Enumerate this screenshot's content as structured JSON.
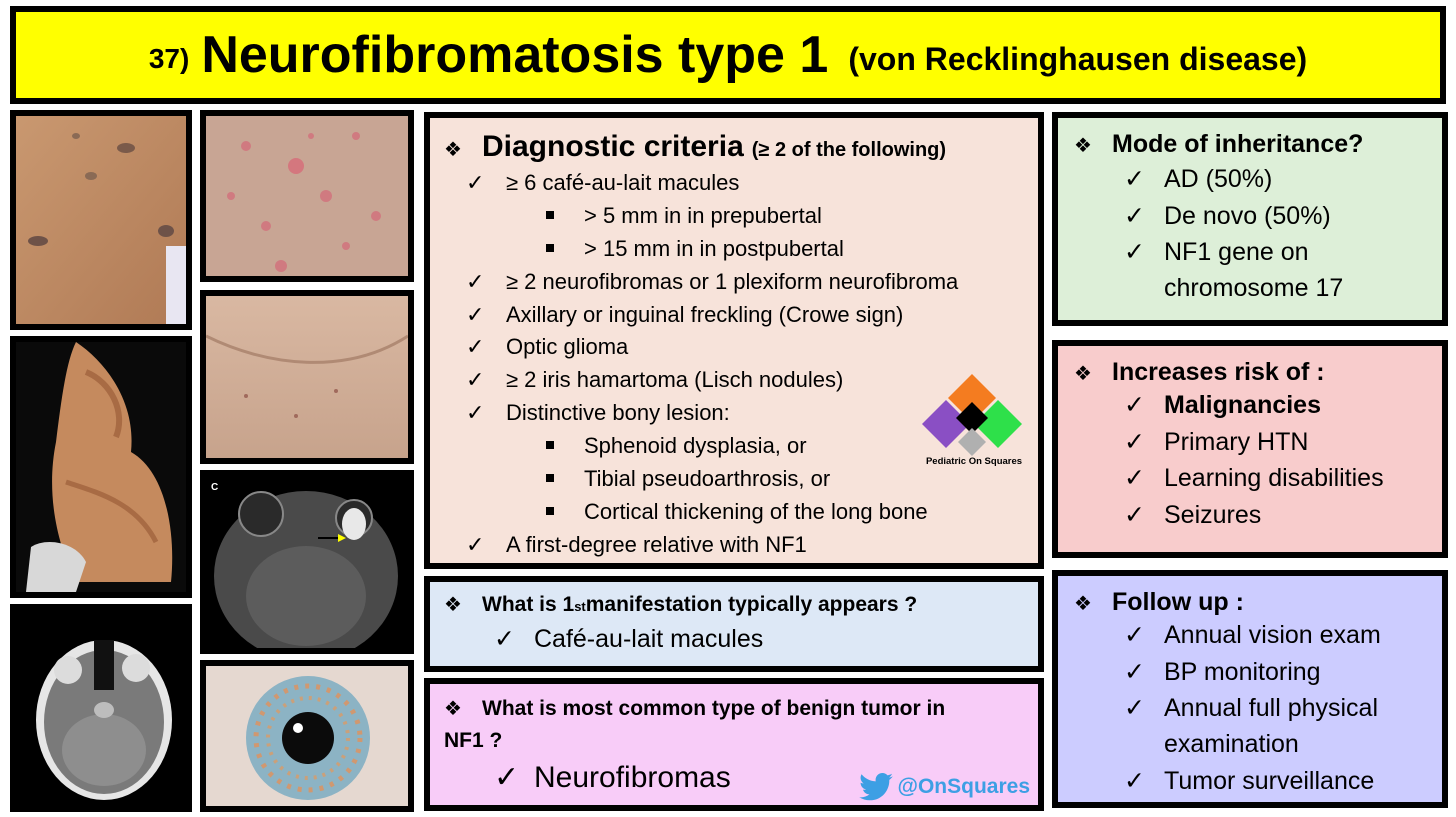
{
  "title": {
    "number": "37)",
    "main": "Neurofibromatosis type 1",
    "subtitle": "(von Recklinghausen disease)"
  },
  "diagnostic": {
    "heading": "Diagnostic criteria",
    "heading_note": "(≥ 2 of the following)",
    "items": [
      "≥ 6 café-au-lait macules",
      "> 5 mm in in prepubertal",
      "> 15 mm in in postpubertal",
      "≥ 2 neurofibromas or 1 plexiform neurofibroma",
      "Axillary or inguinal freckling (Crowe sign)",
      "Optic glioma",
      "≥ 2 iris hamartoma (Lisch nodules)",
      "Distinctive bony lesion:",
      "Sphenoid dysplasia, or",
      "Tibial pseudoarthrosis, or",
      "Cortical thickening of the long bone",
      "A first-degree relative with NF1"
    ]
  },
  "logo": {
    "label": "Pediatric On Squares"
  },
  "first_manifestation": {
    "question_pre": "What is 1",
    "question_sup": "st",
    "question_post": " manifestation typically appears ?",
    "answer": "Café-au-lait macules"
  },
  "benign_tumor": {
    "question_line1": "What is most common type of benign tumor in",
    "question_line2": "NF1 ?",
    "answer": "Neurofibromas",
    "handle": "@OnSquares"
  },
  "inheritance": {
    "heading": "Mode of inheritance?",
    "items": [
      "AD (50%)",
      "De novo (50%)",
      "NF1 gene on",
      "chromosome 17"
    ]
  },
  "risk": {
    "heading": "Increases risk of :",
    "items": [
      "Malignancies",
      "Primary HTN",
      "Learning disabilities",
      "Seizures"
    ]
  },
  "follow_up": {
    "heading": "Follow up :",
    "items": [
      "Annual vision exam",
      "BP monitoring",
      "Annual full physical",
      "examination",
      "Tumor surveillance"
    ]
  },
  "images": {
    "mri_label": "C"
  },
  "icons": {
    "check": "check-icon",
    "diamond": "diamond-bullet-icon",
    "square": "square-bullet-icon",
    "twitter": "twitter-bird-icon"
  },
  "colors": {
    "title_bg": "#ffff00",
    "diagnostic_bg": "#f7e3da",
    "first_bg": "#dde8f6",
    "tumor_bg": "#f8ccf8",
    "inheritance_bg": "#ddefd8",
    "risk_bg": "#f8cccc",
    "follow_bg": "#ccccff",
    "twitter": "#3d9fe4"
  }
}
